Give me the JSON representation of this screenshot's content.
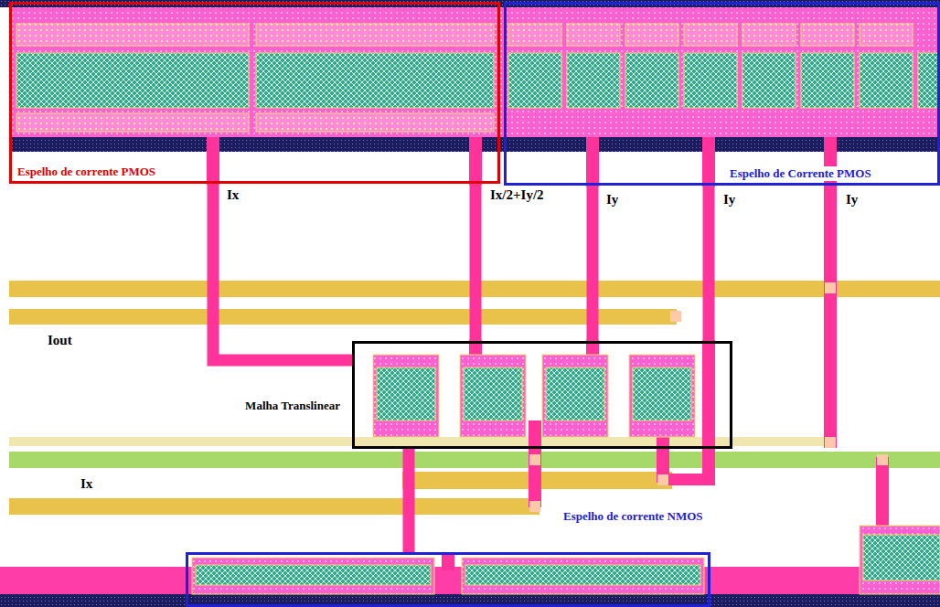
{
  "diagram": {
    "nodes": [
      {
        "text": [
          "Espelho de corrente PMOS"
        ]
      },
      {
        "text": [
          "Espelho de Corrente PMOS"
        ]
      },
      {
        "text": [
          "Malha Translinear"
        ]
      },
      {
        "text": [
          "Espelho de corrente NMOS"
        ]
      }
    ],
    "edges": [
      {
        "from": 0,
        "to": 2,
        "arrow": "none"
      },
      {
        "from": 0,
        "to": 2,
        "arrow": "none"
      },
      {
        "from": 1,
        "to": 2,
        "arrow": "none"
      },
      {
        "from": 1,
        "to": 2,
        "arrow": "none"
      },
      {
        "from": 2,
        "to": 3,
        "arrow": "none"
      }
    ],
    "labels": [
      "Ix",
      "Ix/2+Iy/2",
      "Iy",
      "Iy",
      "Iy",
      "Iout",
      "Ix"
    ]
  }
}
